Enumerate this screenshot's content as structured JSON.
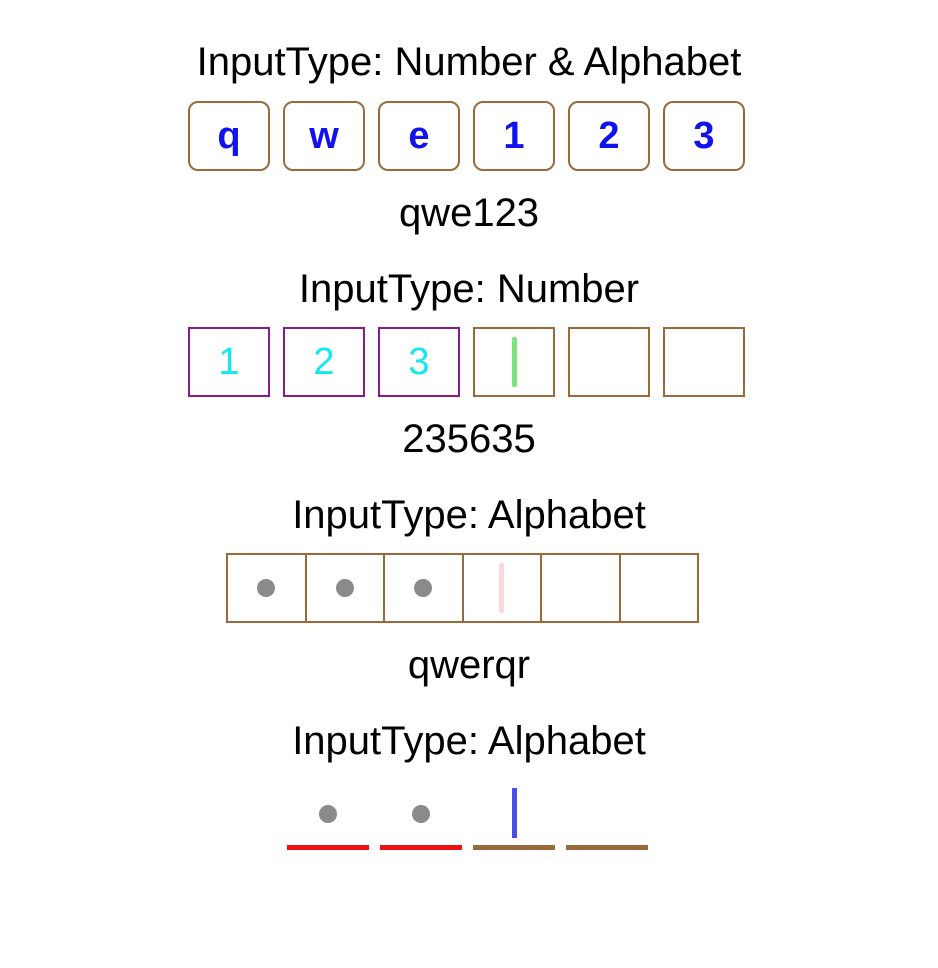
{
  "colors": {
    "box_border": "#9b6a3a",
    "filled_border_number": "#8b1a8b",
    "text_mixed": "#1212ee",
    "text_number": "#11e8f0",
    "dot": "#8a8a8a",
    "underline_filled": "#ee1111",
    "caret_number": "#7ee37e",
    "caret_alphabet": "#fbd9d9",
    "caret_underline": "#4c4cee"
  },
  "sections": [
    {
      "title": "InputType: Number & Alphabet",
      "cells": [
        "q",
        "w",
        "e",
        "1",
        "2",
        "3"
      ],
      "value": "qwe123"
    },
    {
      "title": "InputType: Number",
      "cells": [
        "1",
        "2",
        "3",
        "",
        "",
        ""
      ],
      "caret_index": 3,
      "value": "235635"
    },
    {
      "title": "InputType: Alphabet",
      "masked_count": 3,
      "caret_index": 3,
      "cell_count": 6,
      "value": "qwerqr"
    },
    {
      "title": "InputType: Alphabet",
      "masked_count": 2,
      "caret_index": 2,
      "cell_count": 4
    }
  ]
}
